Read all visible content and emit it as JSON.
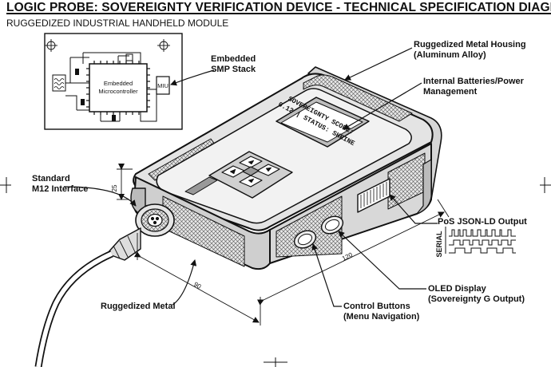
{
  "header": {
    "title": "LOGIC PROBE: SOVEREIGNTY VERIFICATION DEVICE - TECHNICAL SPECIFICATION DIAGRAM",
    "subtitle": "RUGGEDIZED INDUSTRIAL HANDHELD  MODULE"
  },
  "inset": {
    "chip_label_1": "Embedded",
    "chip_label_2": "Microcontroller",
    "miu_label": "MIU"
  },
  "device": {
    "screen_line_1": "SOVEREIGNTY SCORE:",
    "screen_line_2": "0.12 | STATUS: SHRINE"
  },
  "callouts": {
    "stack_1": "Embedded",
    "stack_2": "SMP Stack",
    "housing_1": "Ruggedized Metal Housing",
    "housing_2": "(Aluminum Alloy)",
    "power_1": "Internal Batteries/Power",
    "power_2": "Management",
    "m12_1": "Standard",
    "m12_2": "M12 Interface",
    "pos_output": "PoS JSON-LD Output",
    "oled_1": "OLED Display",
    "oled_2": "(Sovereignty G Output)",
    "buttons_1": "Control Buttons",
    "buttons_2": "(Menu Navigation)",
    "rugged_metal": "Ruggedized Metal"
  },
  "dimensions": {
    "height": "25",
    "width": "90",
    "length": "120"
  },
  "serial": {
    "label": "SERIAL"
  }
}
